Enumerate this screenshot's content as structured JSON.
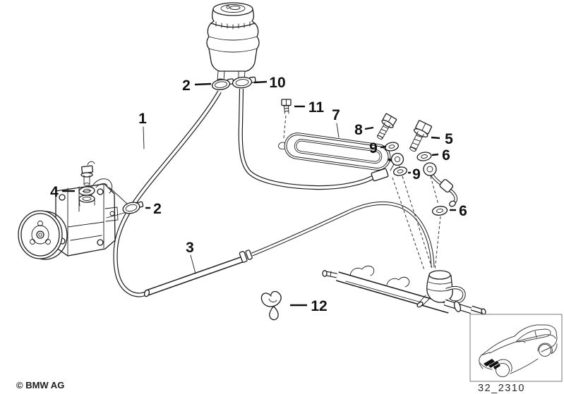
{
  "diagram": {
    "background": "#ffffff",
    "line_color": "#1c1c1c",
    "copyright": "© BMW AG",
    "code": "32_2310",
    "callouts": [
      {
        "label": "1"
      },
      {
        "label": "2"
      },
      {
        "label": "10"
      },
      {
        "label": "11"
      },
      {
        "label": "7"
      },
      {
        "label": "8"
      },
      {
        "label": "5"
      },
      {
        "label": "9"
      },
      {
        "label": "6"
      },
      {
        "label": "9"
      },
      {
        "label": "6"
      },
      {
        "label": "4"
      },
      {
        "label": "2"
      },
      {
        "label": "3"
      },
      {
        "label": "12"
      }
    ],
    "parts": [
      "fluid-reservoir",
      "hose-clamp",
      "suction-hose",
      "power-steering-pump",
      "sealing-washer",
      "banjo-bolt",
      "pressure-hose",
      "return-pipe-cooling-loop",
      "bracket-screw",
      "spring-clip",
      "steering-rack",
      "car-location-inset"
    ]
  }
}
